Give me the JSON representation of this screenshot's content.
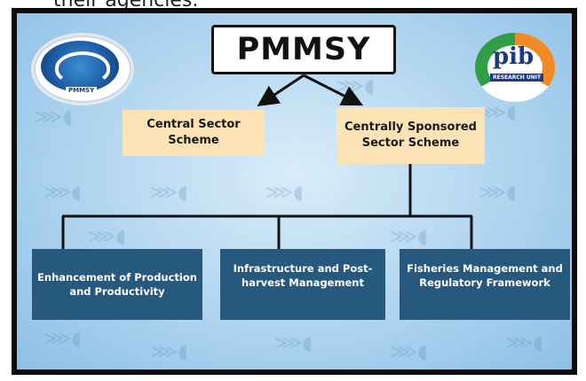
{
  "caption": "their agencies.",
  "title": "PMMSY",
  "logos": {
    "left": {
      "icon": "pmmsy-logo-icon",
      "tag": "PMMSY"
    },
    "right": {
      "icon": "pib-logo-icon",
      "text": "pib",
      "subtext": "RESEARCH UNIT"
    }
  },
  "sectors": {
    "central": "Central Sector Scheme",
    "centrally_sponsored": "Centrally Sponsored Sector Scheme"
  },
  "components": [
    "Enhancement of Production and Productivity",
    "Infrastructure and Post-harvest Management",
    "Fisheries Management and Regulatory Framework"
  ],
  "colors": {
    "title_bg": "#ffffff",
    "sector_bg": "#fbe3b6",
    "component_bg": "#27587e",
    "background": "#b7d9f1",
    "frame": "#0c0c0c"
  }
}
